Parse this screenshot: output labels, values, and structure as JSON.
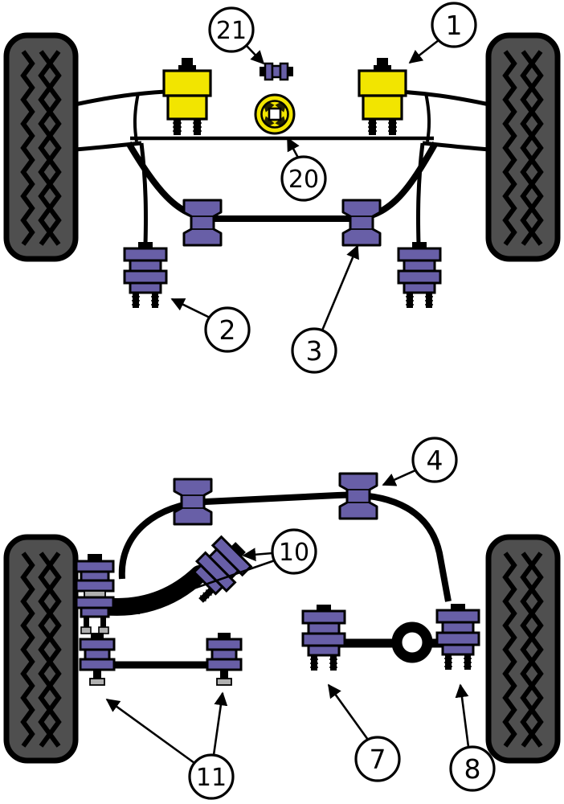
{
  "diagram": {
    "colors": {
      "bushing_purple": "#685fa7",
      "mount_yellow": "#f2e500",
      "tire_gray": "#4f4f4f",
      "outline": "#000000",
      "background": "#ffffff"
    },
    "front": {
      "callouts": {
        "c1": "1",
        "c2": "2",
        "c3": "3",
        "c20": "20",
        "c21": "21"
      }
    },
    "rear": {
      "callouts": {
        "c4": "4",
        "c7": "7",
        "c8": "8",
        "c10": "10",
        "c11": "11"
      }
    }
  }
}
